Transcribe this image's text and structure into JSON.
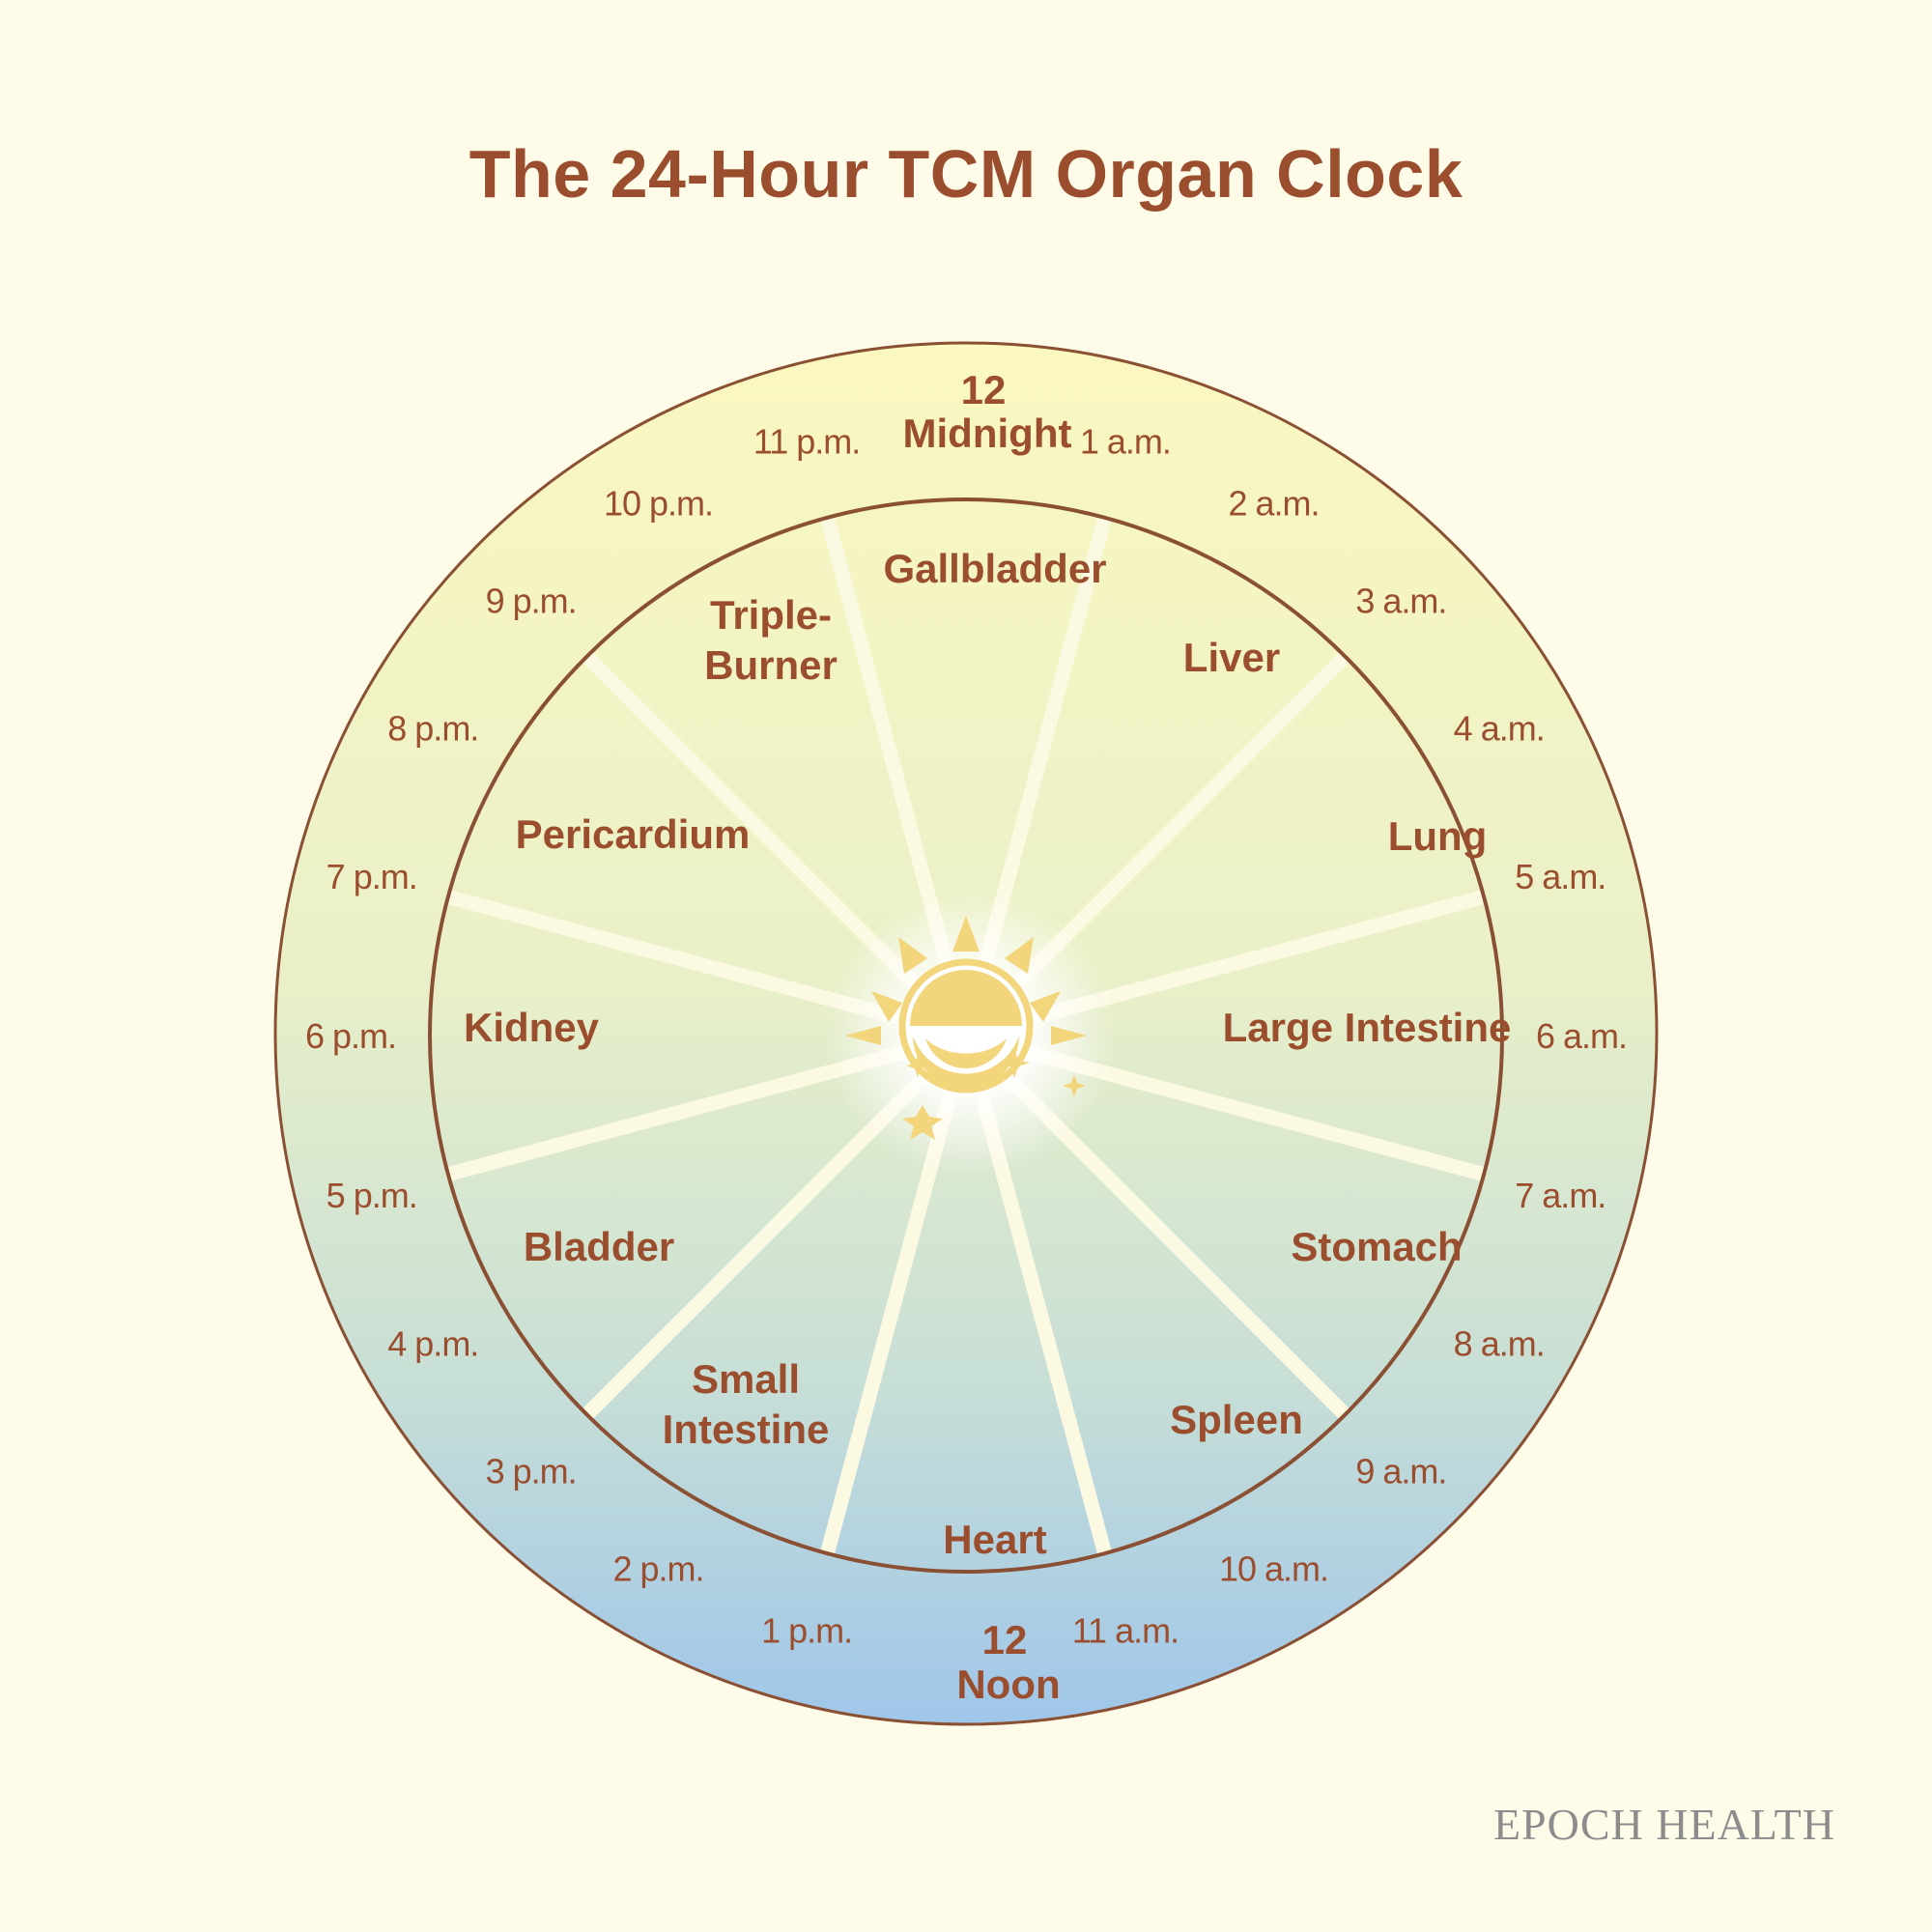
{
  "title": "The 24-Hour TCM Organ Clock",
  "brand": "EPOCH HEALTH",
  "colors": {
    "text": "#9a4e2e",
    "background": "#fefbe9",
    "gradient_top": "#fbf8c0",
    "gradient_bottom": "#9fc6ea",
    "ring_stroke": "#8a5033",
    "spokes": "#fcf9e3",
    "emblem": "#f3d57c"
  },
  "center_icon": "sun-moon-icon",
  "major_hours": {
    "top": {
      "number": "12",
      "label": "Midnight"
    },
    "bottom": {
      "number": "12",
      "label": "Noon"
    }
  },
  "hours": [
    "1 a.m.",
    "2 a.m.",
    "3 a.m.",
    "4 a.m.",
    "5 a.m.",
    "6 a.m.",
    "7 a.m.",
    "8 a.m.",
    "9 a.m.",
    "10 a.m.",
    "11 a.m.",
    "",
    "1 p.m.",
    "2 p.m.",
    "3 p.m.",
    "4 p.m.",
    "5 p.m.",
    "6 p.m.",
    "7 p.m.",
    "8 p.m.",
    "9 p.m.",
    "10 p.m.",
    "11 p.m.",
    ""
  ],
  "organs": [
    {
      "name": [
        "Gallbladder"
      ]
    },
    {
      "name": [
        "Liver"
      ]
    },
    {
      "name": [
        "Lung"
      ]
    },
    {
      "name": [
        "Large Intestine"
      ]
    },
    {
      "name": [
        "Stomach"
      ]
    },
    {
      "name": [
        "Spleen"
      ]
    },
    {
      "name": [
        "Heart"
      ]
    },
    {
      "name": [
        "Small",
        "Intestine"
      ]
    },
    {
      "name": [
        "Bladder"
      ]
    },
    {
      "name": [
        "Kidney"
      ]
    },
    {
      "name": [
        "Pericardium"
      ]
    },
    {
      "name": [
        "Triple-",
        "Burner"
      ]
    }
  ]
}
